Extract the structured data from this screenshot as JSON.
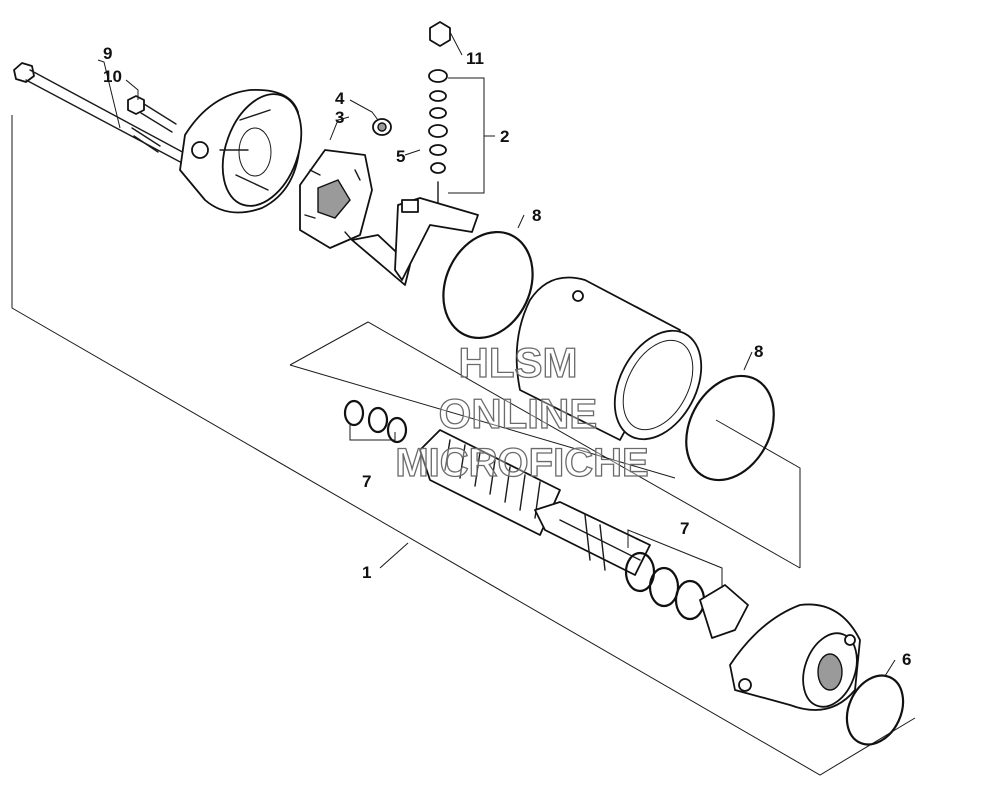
{
  "watermark": {
    "line1": "HLSM",
    "line2": "ONLINE",
    "line3": "MICROFICHE"
  },
  "callouts": {
    "c1": "1",
    "c2": "2",
    "c3": "3",
    "c4": "4",
    "c5": "5",
    "c6": "6",
    "c7a": "7",
    "c7b": "7",
    "c8a": "8",
    "c8b": "8",
    "c9": "9",
    "c10": "10",
    "c11": "11"
  }
}
